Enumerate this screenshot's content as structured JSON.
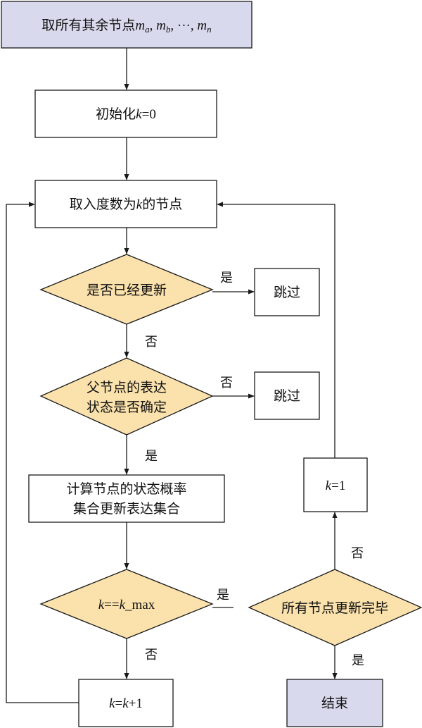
{
  "colors": {
    "start_fill": "#d9d9ee",
    "decision_fill": "#fbe2ad",
    "process_fill": "#ffffff",
    "stroke": "#1a1a1a"
  },
  "nodes": {
    "start": {
      "pre": "取所有其余节点",
      "m1": "m",
      "s1": "a",
      "m2": "m",
      "s2": "b",
      "dots": "···",
      "m3": "m",
      "s3": "n",
      "sep": ", "
    },
    "init": {
      "pre": "初始化",
      "k": "k",
      "post": "=0"
    },
    "select": {
      "pre": "取入度数为",
      "k": "k",
      "post": "的节点"
    },
    "check_updated": {
      "text": "是否已经更新"
    },
    "skip1": {
      "text": "跳过"
    },
    "check_parent": {
      "line1": "父节点的表达",
      "line2": "状态是否确定"
    },
    "skip2": {
      "text": "跳过"
    },
    "compute": {
      "line1": "计算节点的状态概率",
      "line2": "集合更新表达集合"
    },
    "check_kmax": {
      "k1": "k",
      "eq": "==",
      "k2": "k",
      "post": "_max"
    },
    "increment": {
      "k1": "k",
      "eq": "=",
      "k2": "k",
      "post": "+1"
    },
    "check_all": {
      "text": "所有节点更新完毕"
    },
    "set_k1": {
      "k": "k",
      "post": "=1"
    },
    "end": {
      "text": "结束"
    }
  },
  "edge_labels": {
    "yes": "是",
    "no": "否"
  }
}
